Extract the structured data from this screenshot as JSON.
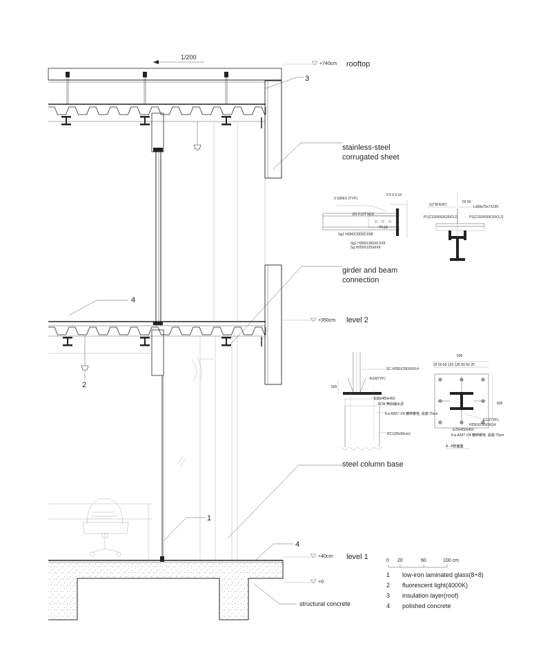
{
  "drawing": {
    "slope": "1/200",
    "levels": [
      {
        "elev": "+740cm",
        "name": "rooftop"
      },
      {
        "elev": "+350cm",
        "name": "level 2"
      },
      {
        "elev": "+40cm",
        "name": "level 1"
      },
      {
        "elev": "+0",
        "name": ""
      }
    ],
    "callouts": {
      "sheet": "stainless-steel\ncorrugated sheet",
      "girder": "girder and beam\nconnection",
      "column_base": "steel column base",
      "structural_concrete": "structural concrete"
    },
    "tags": [
      "3",
      "4",
      "2",
      "1",
      "4"
    ],
    "scale": {
      "ticks": [
        "0",
        "20",
        "60",
        "100 cm"
      ]
    },
    "legend": [
      {
        "num": "1",
        "text": "low-iron laminated glass(8+8)"
      },
      {
        "num": "2",
        "text": "fluorescent light(4000K)"
      },
      {
        "num": "3",
        "text": "insulation layer(roof)"
      },
      {
        "num": "4",
        "text": "polished concrete"
      }
    ],
    "detail_a": {
      "top_note": "3 SIDES (TYP.)",
      "dim": "3 5 5 5 10",
      "bolts": "J/G F10T M16",
      "plate": "PL10",
      "sg1": "Sg1 H200X100X5.5X8",
      "sg2a": "Sg1  H300X150X6.5X9",
      "sg2b": "Sg  H250X125X6X9"
    },
    "detail_b": {
      "bolt": "1/2\"Ø A307",
      "angle": "L100x75x7X230",
      "left": "P1(C150X50X20X3.2)",
      "right": "P1(C150X50X20X3.2)",
      "dims": "50 50"
    },
    "detail_c": {
      "col": "SC H250X250X9X14",
      "rib": "E12(TYP.)",
      "plate": "E20x450x450",
      "grout": "5CM 無收縮水泥",
      "anchor": "8 ø A307 r24 鍍鋅螺栓, 長度:70cm",
      "pier": "RC1(50x50cm)",
      "height": "500"
    },
    "detail_d": {
      "width": "500",
      "dims": "25 50 50 125 125 50 50 25",
      "rib": "E12(TYP.)",
      "col": "H250X250X9X14",
      "plate": "E20x450x450",
      "anchor": "8 ø A307 r24 鍍鋅螺栓, 長度:70cm",
      "height": "500",
      "caption": "A - A剖面圖"
    }
  }
}
